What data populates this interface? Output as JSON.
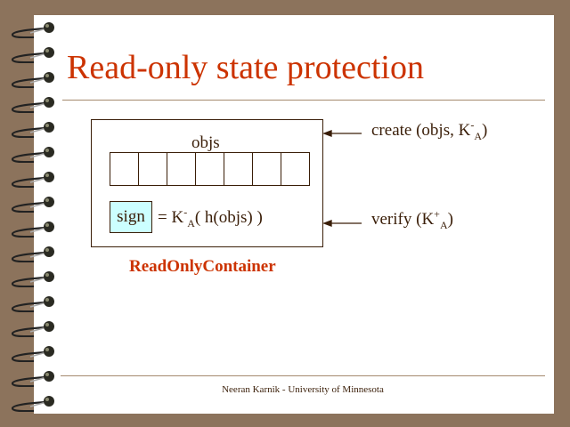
{
  "slide": {
    "title": "Read-only state protection",
    "diagram": {
      "objs_label": "objs",
      "cell_count": 7,
      "sign_label": "sign",
      "formula": {
        "prefix": "= K",
        "sup": "-",
        "sub": "A",
        "suffix": "( h(objs) )"
      },
      "container_name": "ReadOnlyContainer",
      "create": {
        "prefix": "create (objs, K",
        "sup": "-",
        "sub": "A",
        "suffix": ")"
      },
      "verify": {
        "prefix": "verify (K",
        "sup": "+",
        "sub": "A",
        "suffix": ")"
      }
    },
    "footer": "Neeran Karnik - University of Minnesota"
  },
  "colors": {
    "accent": "#cc3300",
    "background": "#8c735c",
    "sign_fill": "#ccffff"
  }
}
